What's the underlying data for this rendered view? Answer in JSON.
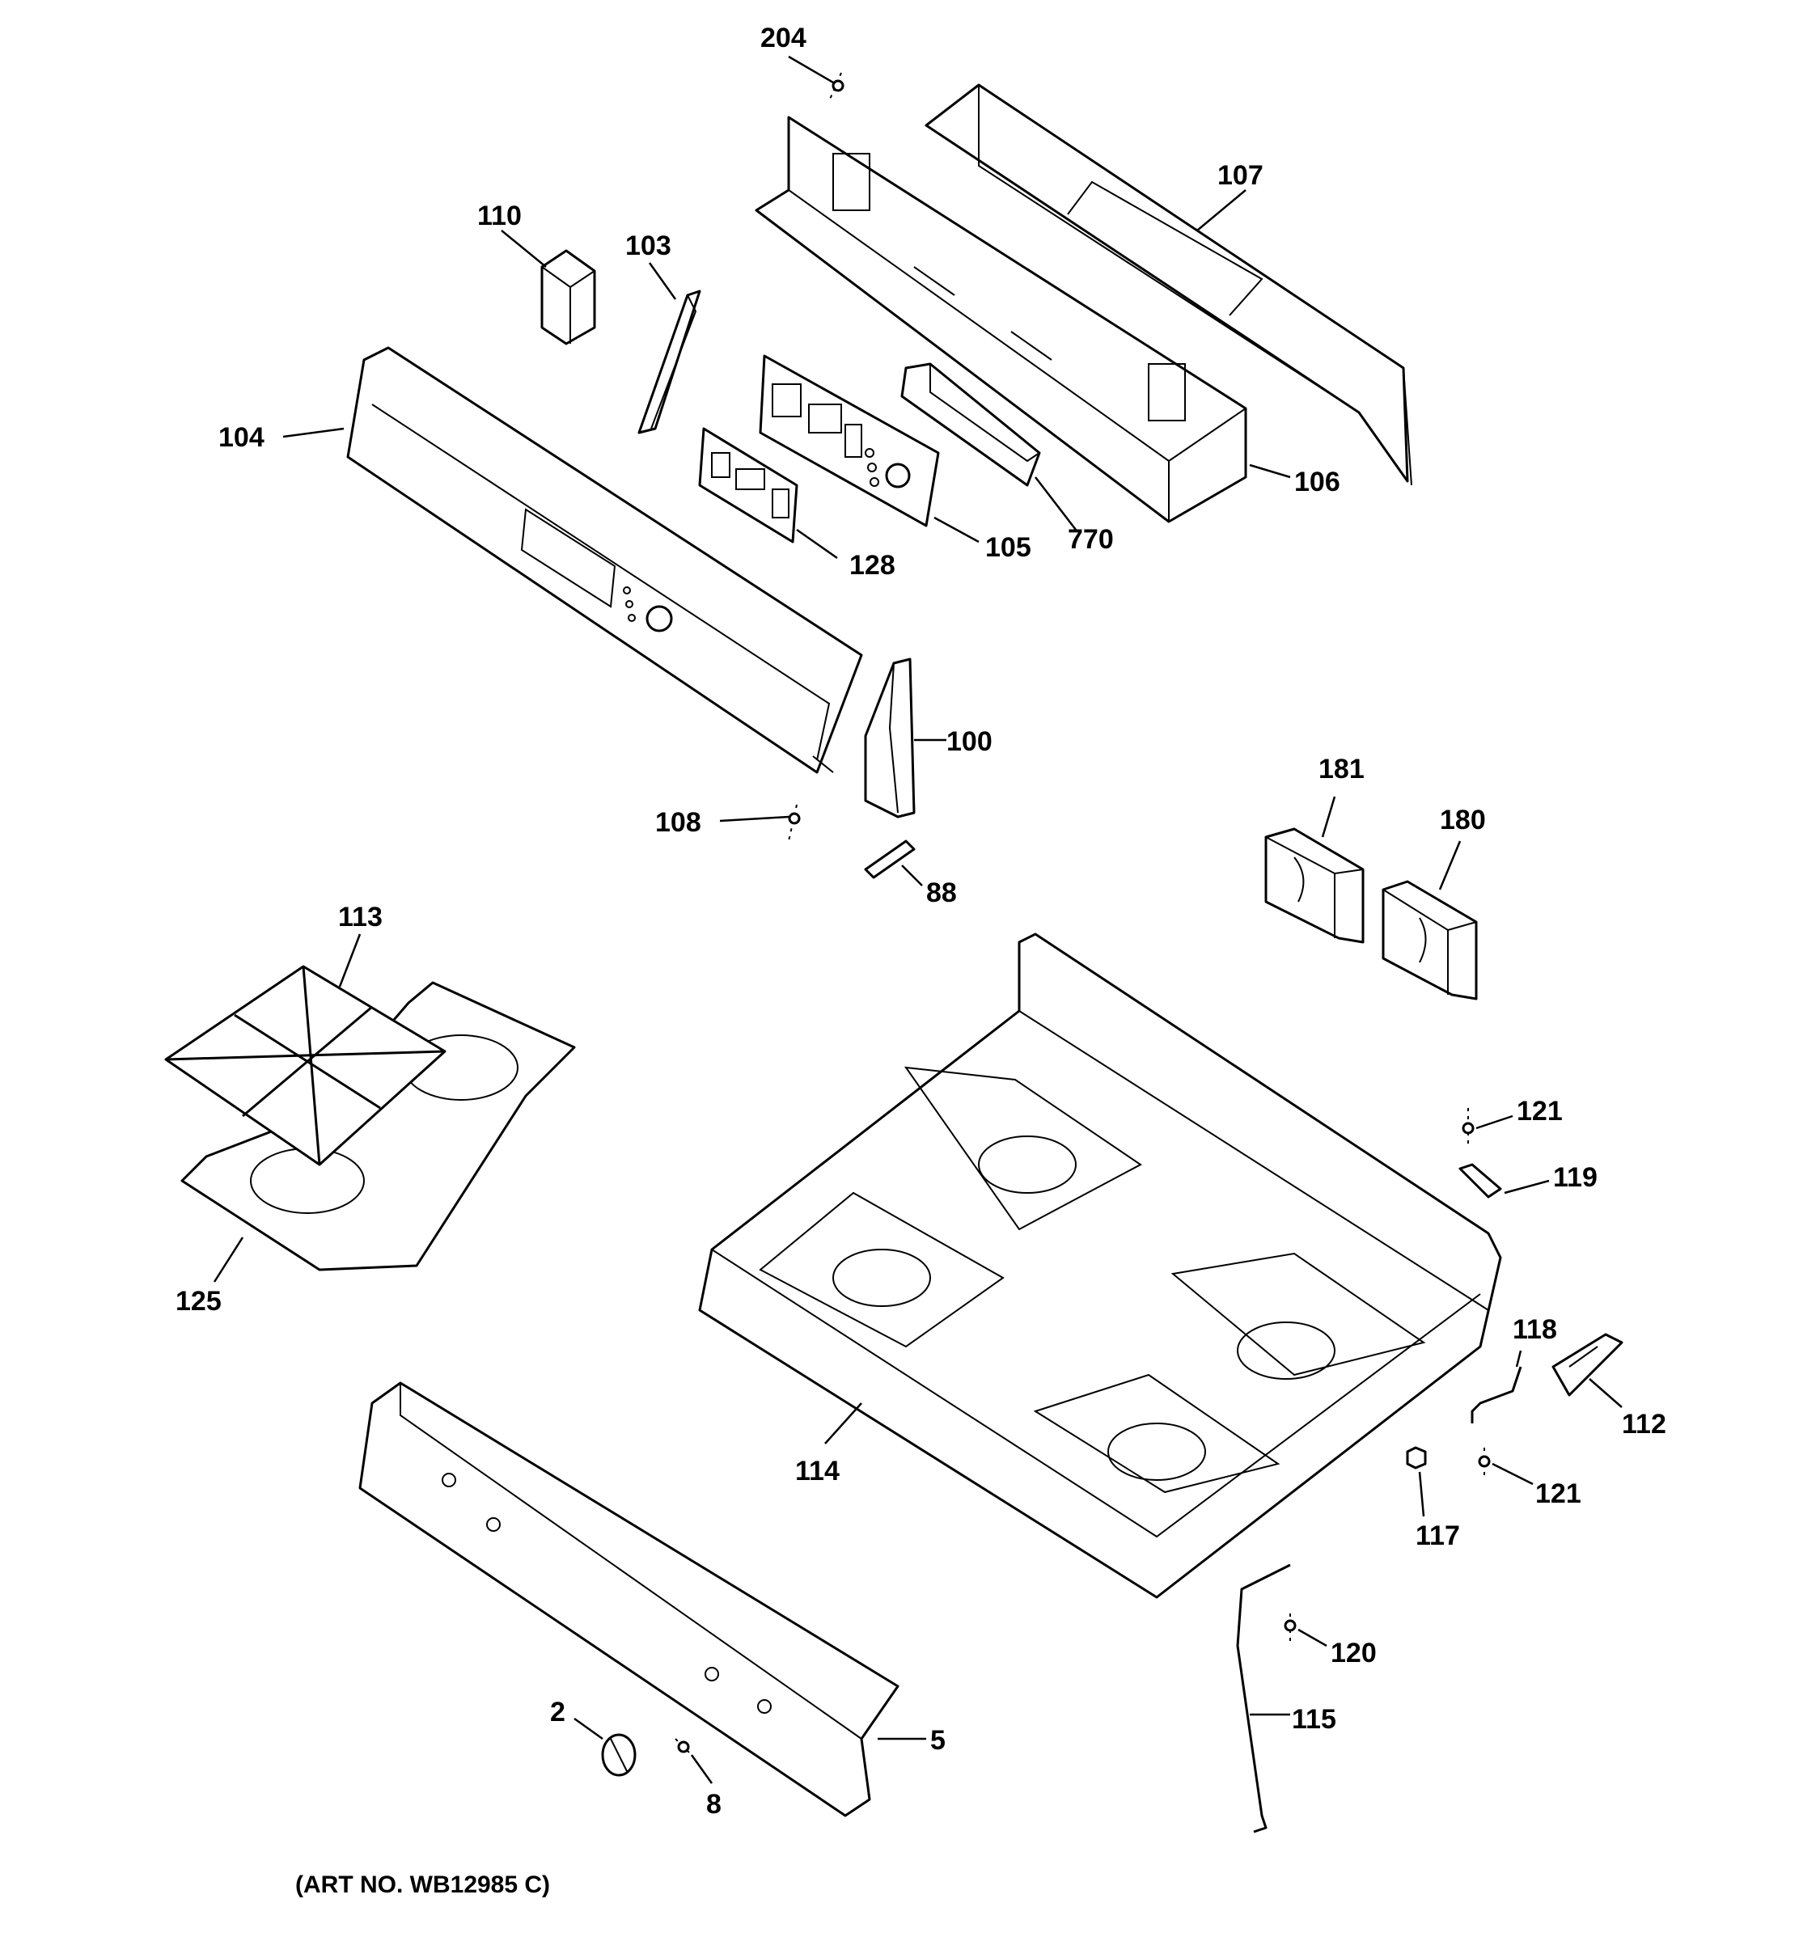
{
  "diagram": {
    "art_number": "(ART NO. WB12985 C)",
    "callouts": {
      "c204": "204",
      "c107": "107",
      "c110": "110",
      "c103": "103",
      "c104": "104",
      "c106": "106",
      "c128": "128",
      "c105": "105",
      "c770": "770",
      "c100": "100",
      "c108": "108",
      "c88": "88",
      "c181": "181",
      "c180": "180",
      "c113": "113",
      "c125": "125",
      "c121a": "121",
      "c119": "119",
      "c118": "118",
      "c112": "112",
      "c114": "114",
      "c121b": "121",
      "c117": "117",
      "c120": "120",
      "c115": "115",
      "c2": "2",
      "c8": "8",
      "c5": "5"
    }
  }
}
